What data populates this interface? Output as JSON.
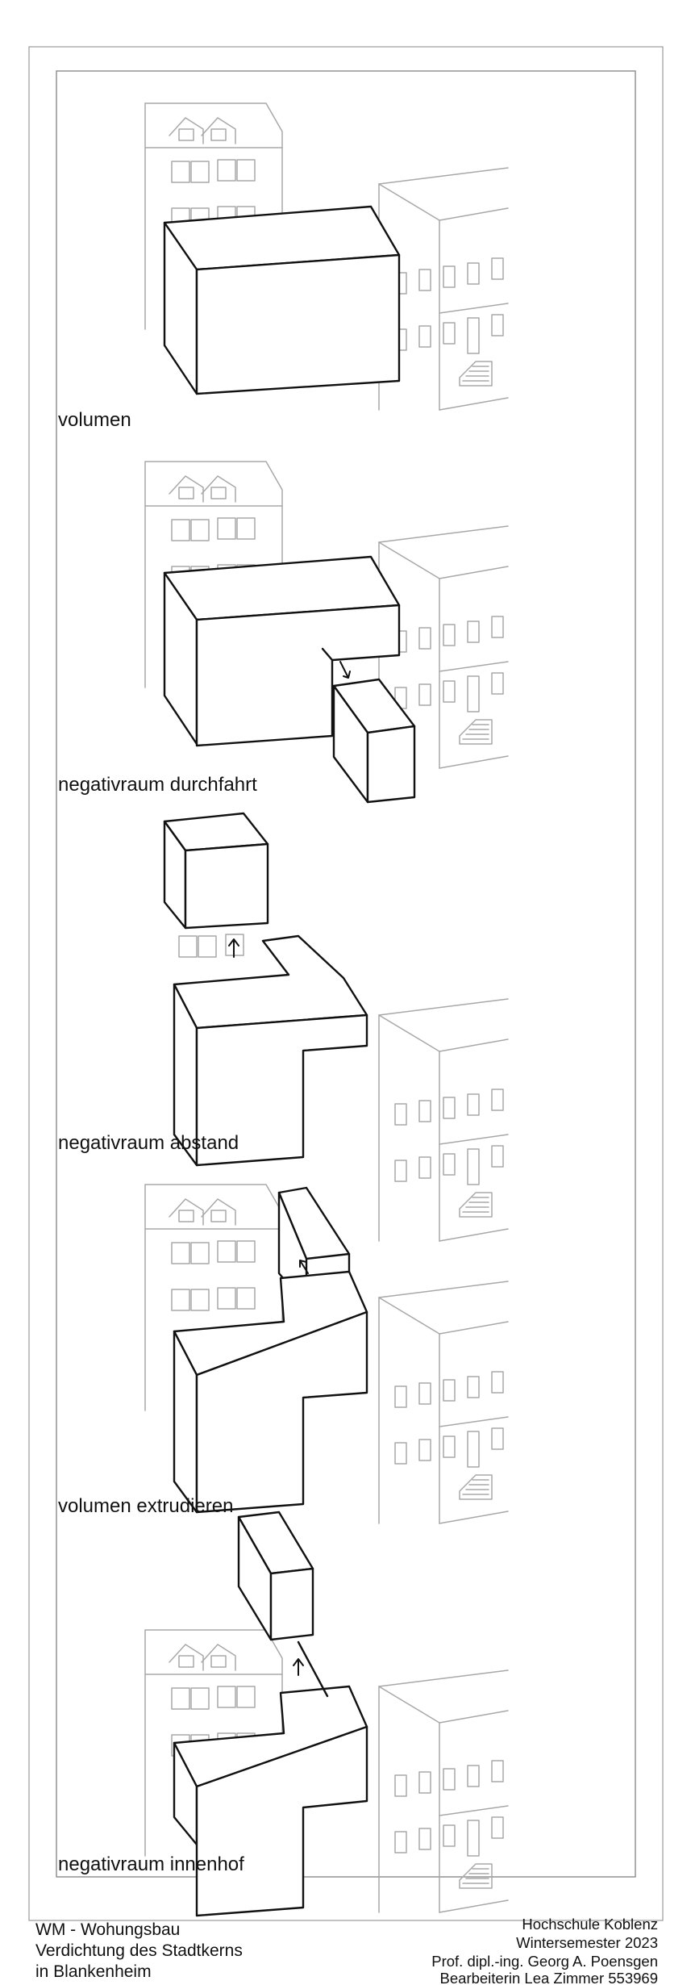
{
  "stages": [
    {
      "label": "volumen"
    },
    {
      "label": "negativraum durchfahrt"
    },
    {
      "label": "negativraum abstand"
    },
    {
      "label": "volumen extrudieren"
    },
    {
      "label": "negativraum innenhof"
    }
  ],
  "footer": {
    "left": {
      "line1": "WM - Wohungsbau",
      "line2": "Verdichtung des Stadtkerns",
      "line3": "in Blankenheim"
    },
    "right": {
      "line1": "Hochschule Koblenz",
      "line2": "Wintersemester 2023",
      "line3": "Prof. dipl.-ing. Georg A. Poensgen",
      "line4": "Bearbeiterin Lea Zimmer 553969"
    }
  }
}
